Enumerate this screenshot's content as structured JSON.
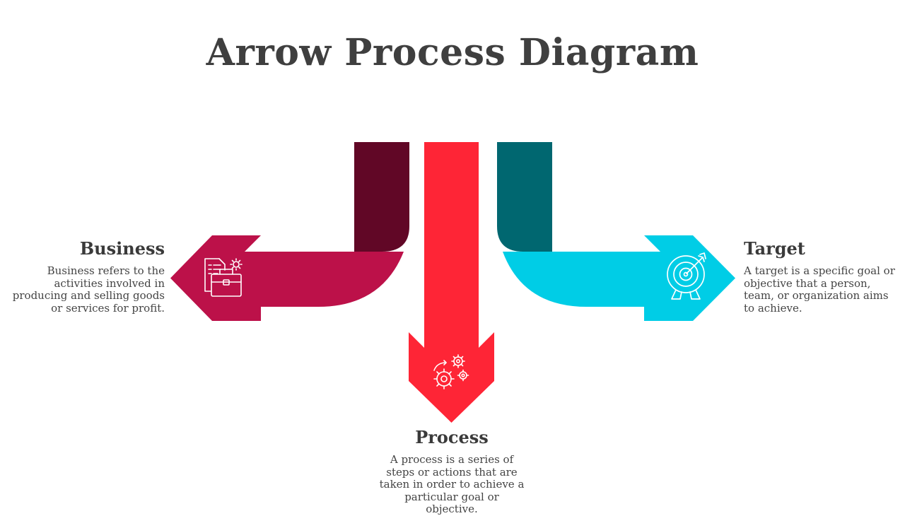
{
  "title": "Arrow Process Diagram",
  "colors": {
    "business_dark": "#610726",
    "business": "#bc1149",
    "process": "#fe2536",
    "target_dark": "#006770",
    "target": "#00cde6",
    "text": "#3a3a3a"
  },
  "steps": [
    {
      "title": "Business",
      "description": "Business refers to the activities involved in producing and selling goods or services for profit.",
      "icon": "briefcase-document-icon"
    },
    {
      "title": "Process",
      "description": "A process is a series of steps or actions that are taken in order to achieve a particular goal or objective.",
      "icon": "gears-icon"
    },
    {
      "title": "Target",
      "description": "A target is a specific goal or objective that a person, team, or organization aims to achieve.",
      "icon": "target-icon"
    }
  ]
}
